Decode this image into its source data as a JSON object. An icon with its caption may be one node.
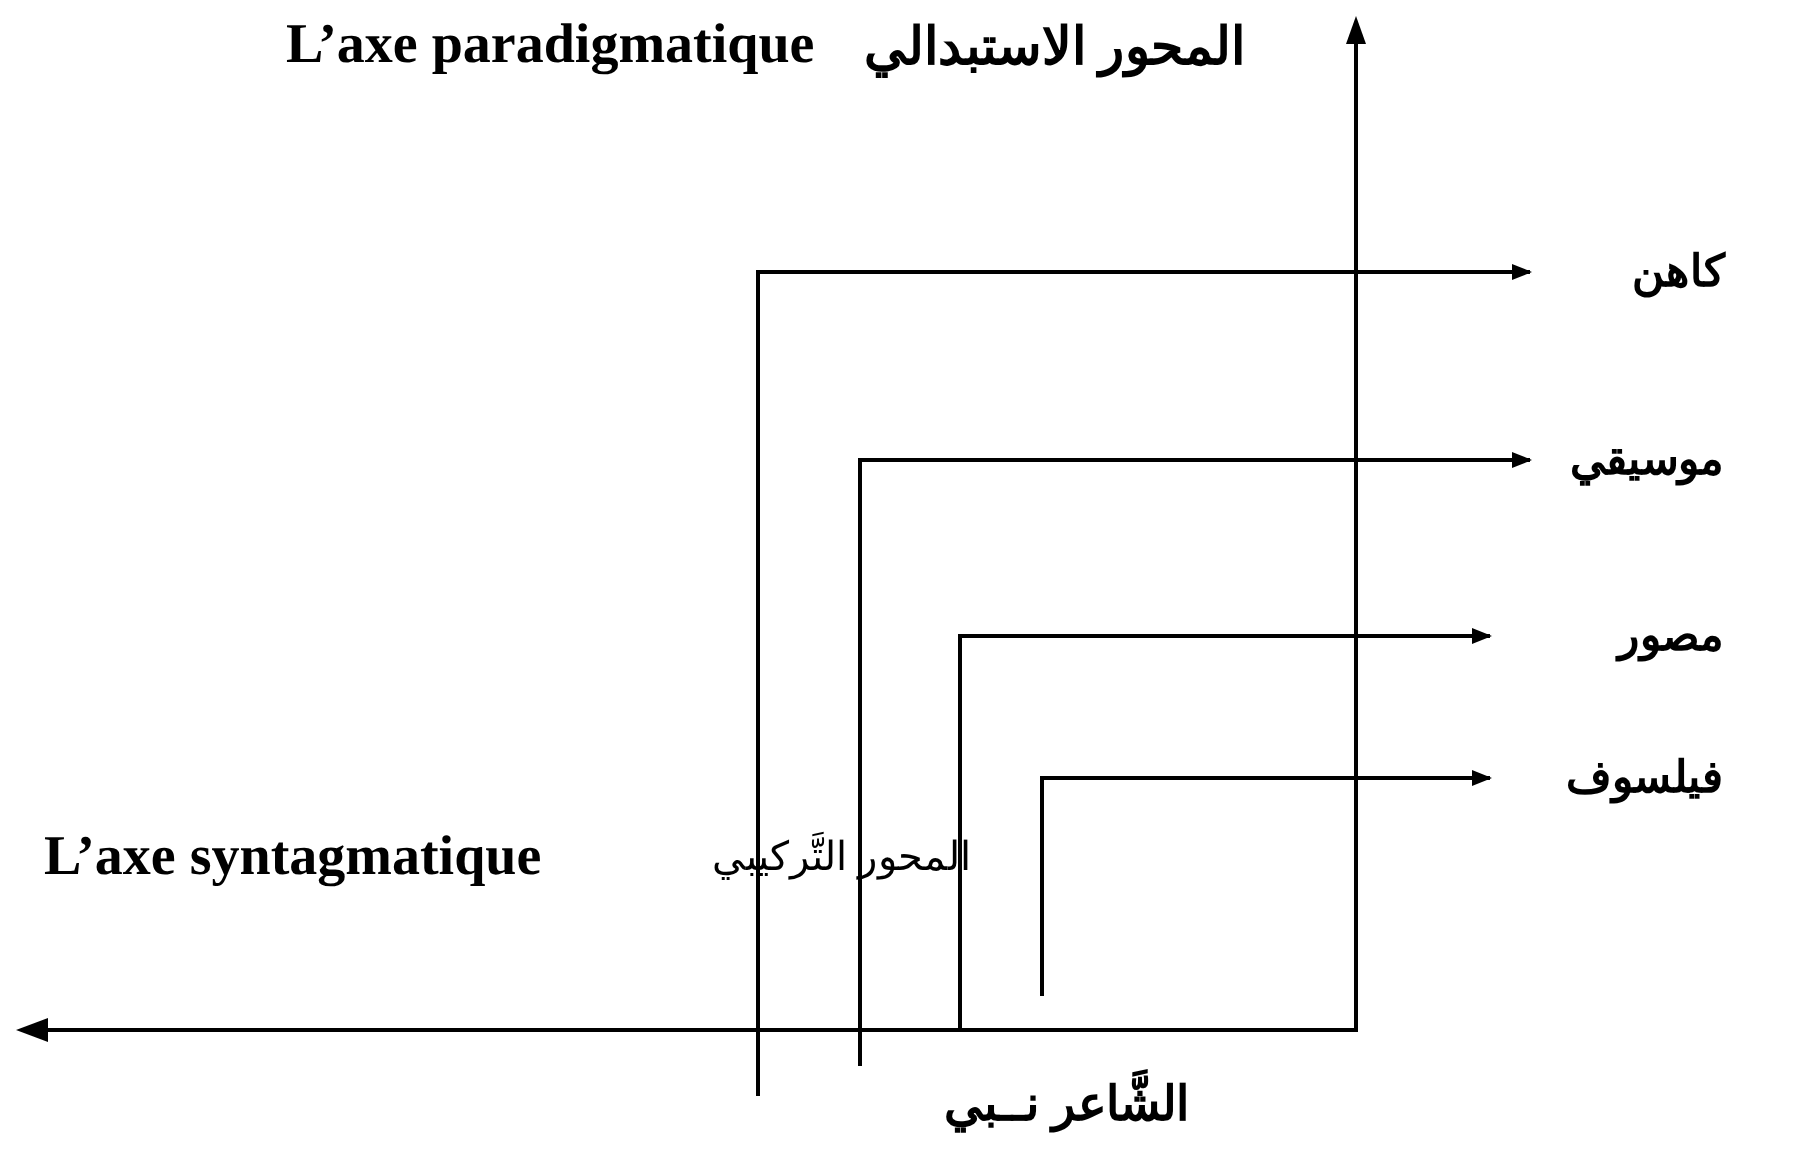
{
  "diagram": {
    "nodes": [
      {
        "text": [
          "كاهن"
        ]
      },
      {
        "text": [
          "موسيقي"
        ]
      },
      {
        "text": [
          "مصور"
        ]
      },
      {
        "text": [
          "فيلسوف"
        ]
      }
    ],
    "edges": [
      {
        "from": null,
        "to": 0,
        "arrow": "to"
      },
      {
        "from": null,
        "to": 1,
        "arrow": "to"
      },
      {
        "from": null,
        "to": 2,
        "arrow": "to"
      },
      {
        "from": null,
        "to": 3,
        "arrow": "to"
      }
    ],
    "labels": [
      "L’axe paradigmatique",
      "المحور الاستبدالي",
      "L’axe syntagmatique",
      "المحور التَّركيبي",
      "الشَّاعر نــبي"
    ]
  }
}
